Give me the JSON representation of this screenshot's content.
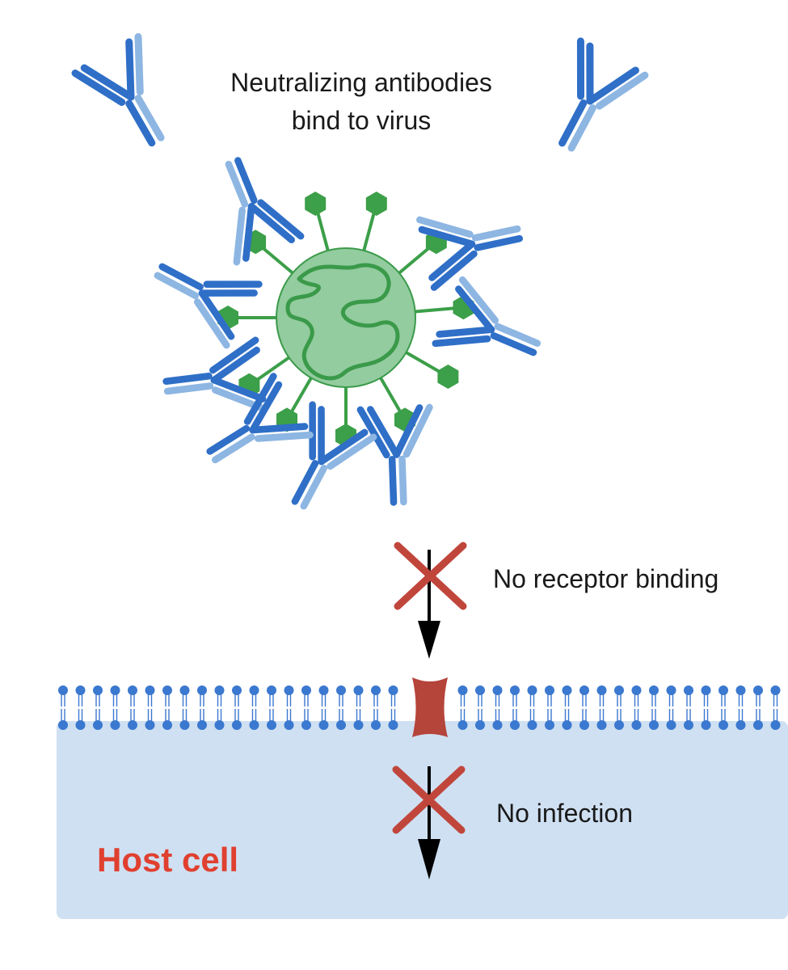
{
  "labels": {
    "title_line1": "Neutralizing antibodies",
    "title_line2": "bind to virus",
    "no_receptor": "No receptor binding",
    "no_infection": "No infection",
    "host_cell": "Host cell"
  },
  "colors": {
    "antibody_dark": "#2f6fc7",
    "antibody_light": "#8eb6e2",
    "virus_fill": "#93cc9e",
    "virus_stroke": "#3a9a4a",
    "spike": "#3c9f49",
    "rna": "#3a9a4a",
    "block_x": "#c0463c",
    "arrow": "#000000",
    "membrane_head": "#3b78cf",
    "cytoplasm": "#cfe0f2",
    "receptor": "#b5443b",
    "host_text": "#e0402f"
  }
}
